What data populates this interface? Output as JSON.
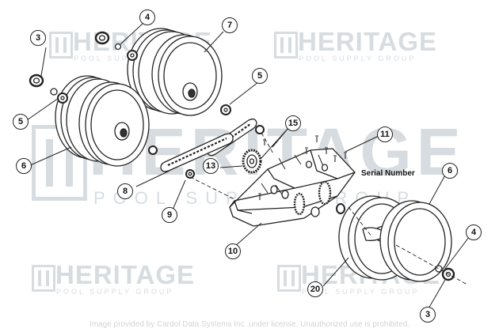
{
  "watermark": {
    "brand": "HERITAGE",
    "tagline": "POOL SUPPLY GROUP"
  },
  "callouts": {
    "c3a": "3",
    "c3b": "3",
    "c4a": "4",
    "c4b": "4",
    "c5a": "5",
    "c5b": "5",
    "c6a": "6",
    "c6b": "6",
    "c7": "7",
    "c8": "8",
    "c9": "9",
    "c10": "10",
    "c11": "11",
    "c13": "13",
    "c15": "15",
    "c20": "20"
  },
  "serial_number_label": "Serial Number",
  "credit_line": "Image provided by Cardol Data Systems Inc. under license. Unauthorized use is prohibited."
}
